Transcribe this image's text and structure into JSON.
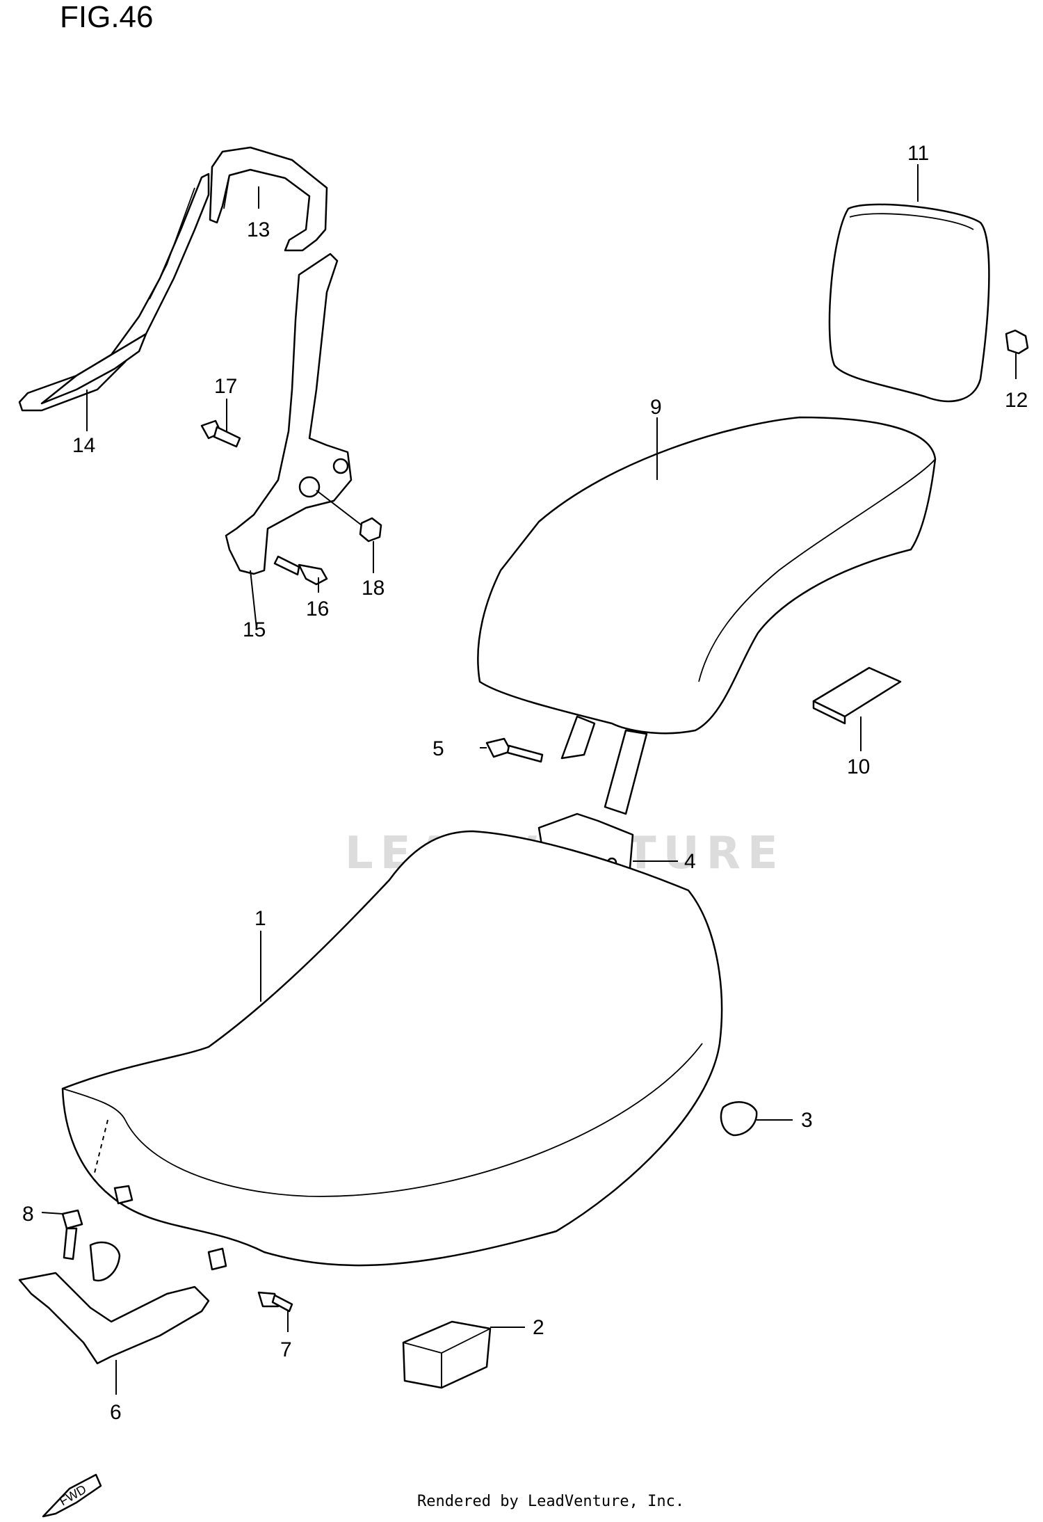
{
  "figure": {
    "title": "FIG.46"
  },
  "watermark": "LEADVENTURE",
  "footer": "Rendered by LeadVenture, Inc.",
  "fwd_label": "FWD",
  "callouts": [
    "1",
    "2",
    "3",
    "4",
    "5",
    "6",
    "7",
    "8",
    "9",
    "10",
    "11",
    "12",
    "13",
    "14",
    "15",
    "16",
    "17",
    "18"
  ]
}
